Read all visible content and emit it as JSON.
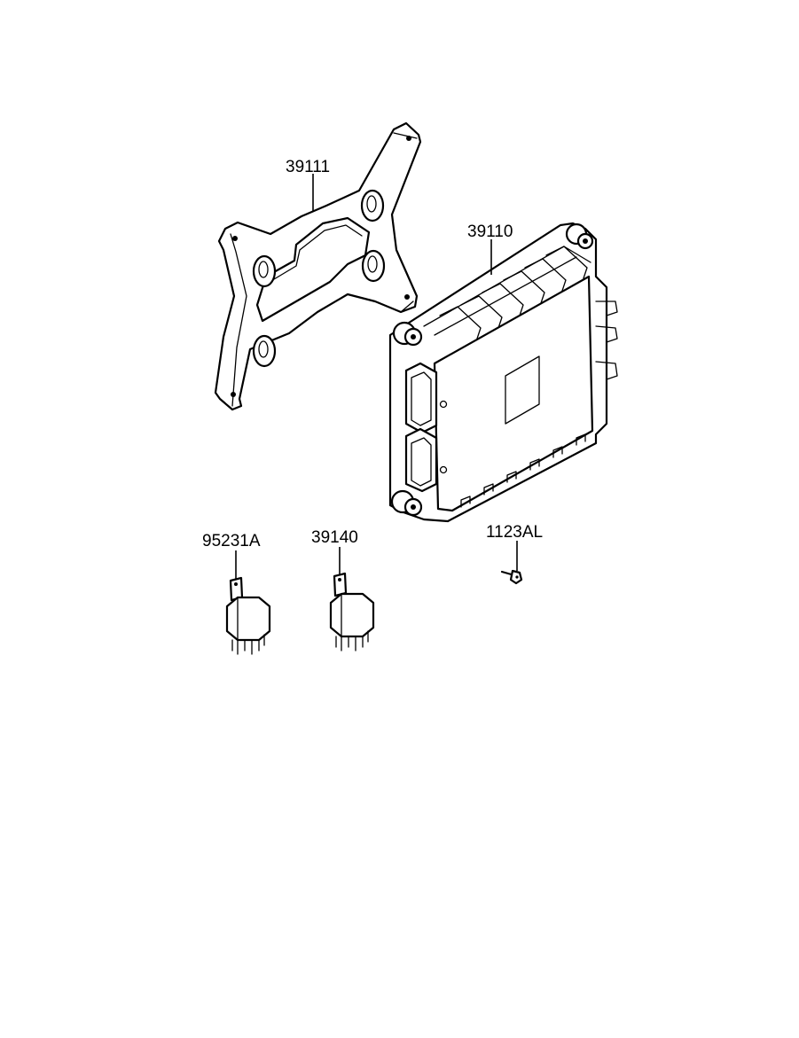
{
  "diagram": {
    "parts": [
      {
        "id": "bracket",
        "number": "39111"
      },
      {
        "id": "ecu",
        "number": "39110"
      },
      {
        "id": "bolt",
        "number": "1123AL"
      },
      {
        "id": "relay-a",
        "number": "95231A"
      },
      {
        "id": "relay-b",
        "number": "39140"
      }
    ]
  }
}
